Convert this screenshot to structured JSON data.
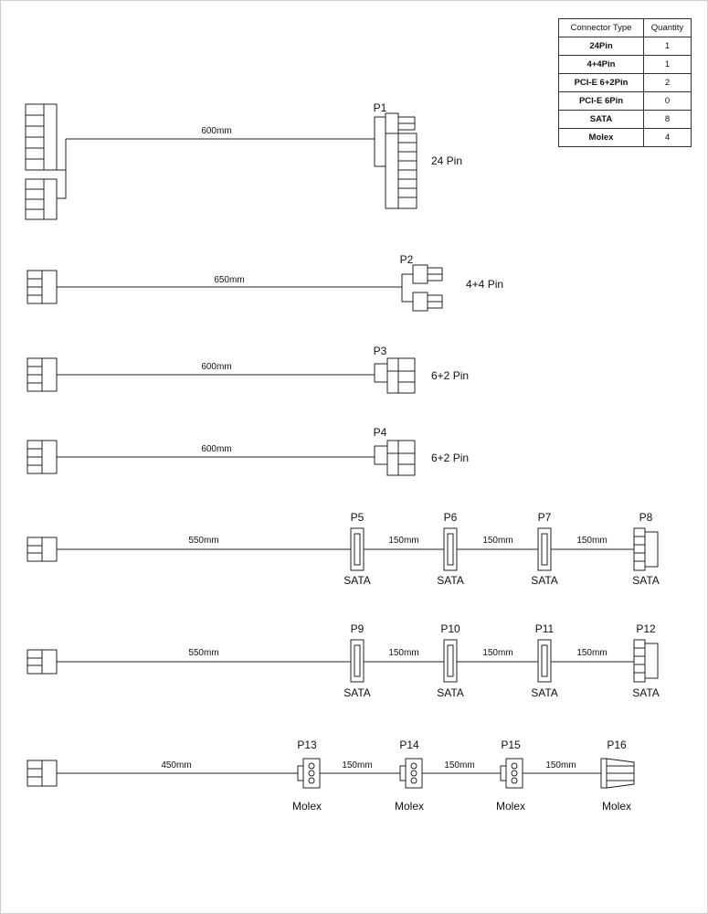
{
  "table": {
    "header_type": "Connector Type",
    "header_qty": "Quantity",
    "rows": [
      {
        "type": "24Pin",
        "qty": "1"
      },
      {
        "type": "4+4Pin",
        "qty": "1"
      },
      {
        "type": "PCI-E 6+2Pin",
        "qty": "2"
      },
      {
        "type": "PCI-E 6Pin",
        "qty": "0"
      },
      {
        "type": "SATA",
        "qty": "8"
      },
      {
        "type": "Molex",
        "qty": "4"
      }
    ]
  },
  "cables": {
    "c1": {
      "length": "600mm",
      "port": "P1",
      "desc": "24 Pin"
    },
    "c2": {
      "length": "650mm",
      "port": "P2",
      "desc": "4+4 Pin"
    },
    "c3": {
      "length": "600mm",
      "port": "P3",
      "desc": "6+2 Pin"
    },
    "c4": {
      "length": "600mm",
      "port": "P4",
      "desc": "6+2 Pin"
    },
    "c5": {
      "lengths": [
        "550mm",
        "150mm",
        "150mm",
        "150mm"
      ],
      "ports": [
        "P5",
        "P6",
        "P7",
        "P8"
      ],
      "types": [
        "SATA",
        "SATA",
        "SATA",
        "SATA"
      ]
    },
    "c6": {
      "lengths": [
        "550mm",
        "150mm",
        "150mm",
        "150mm"
      ],
      "ports": [
        "P9",
        "P10",
        "P11",
        "P12"
      ],
      "types": [
        "SATA",
        "SATA",
        "SATA",
        "SATA"
      ]
    },
    "c7": {
      "lengths": [
        "450mm",
        "150mm",
        "150mm",
        "150mm"
      ],
      "ports": [
        "P13",
        "P14",
        "P15",
        "P16"
      ],
      "types": [
        "Molex",
        "Molex",
        "Molex",
        "Molex"
      ]
    }
  }
}
